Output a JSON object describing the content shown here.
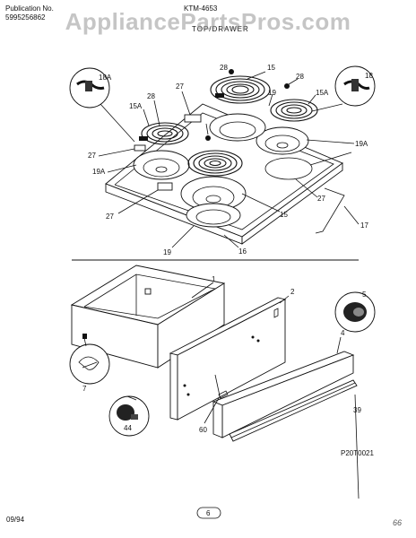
{
  "header": {
    "pub_label": "Publication No.",
    "pub_number": "5995256862",
    "model": "KTM-4653",
    "section": "TOP/DRAWER",
    "watermark": "AppliancePartsPros.com"
  },
  "callouts": {
    "c18A": "18A",
    "c28a": "28",
    "c27a": "27",
    "c15Aa": "15A",
    "c28b": "28",
    "c15a": "15",
    "c28c": "28",
    "c19a": "19",
    "c15Ab": "15A",
    "c18": "18",
    "c27b": "27",
    "c19Aa": "19A",
    "c19Ab": "19A",
    "c27c": "27",
    "c27d": "27",
    "c15b": "15",
    "c17": "17",
    "c19b": "19",
    "c16": "16",
    "c1": "1",
    "c2": "2",
    "c5": "5",
    "c4": "4",
    "c7": "7",
    "c44": "44",
    "c60": "60",
    "c39": "39"
  },
  "diagram_code": "P20T0021",
  "footer": {
    "date": "09/94",
    "page": "6",
    "handwritten": "66"
  }
}
